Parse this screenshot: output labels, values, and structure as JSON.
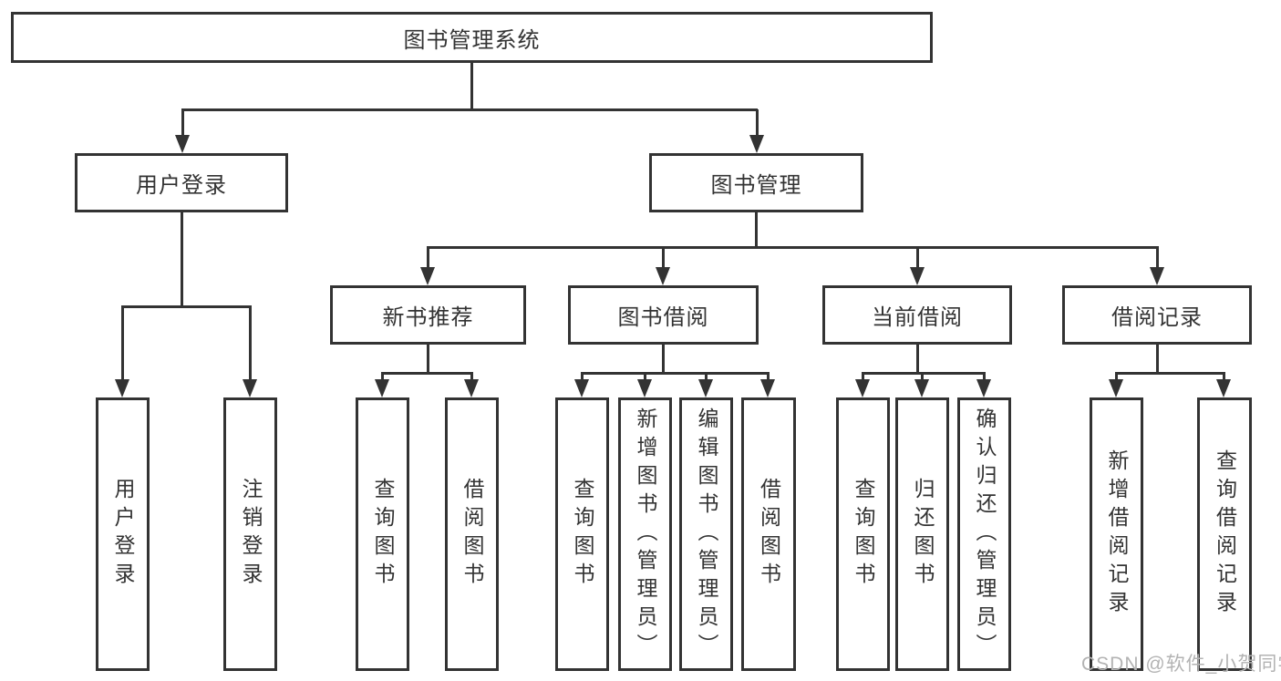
{
  "diagram": {
    "root": "图书管理系统",
    "branches": {
      "user_login": "用户登录",
      "book_management": "图书管理"
    },
    "modules": {
      "new_book_recommend": "新书推荐",
      "book_borrow": "图书借阅",
      "current_borrow": "当前借阅",
      "borrow_records": "借阅记录"
    },
    "leaves": {
      "user_login": [
        "用户登录",
        "注销登录"
      ],
      "new_book_recommend": [
        "查询图书",
        "借阅图书"
      ],
      "book_borrow": [
        "查询图书",
        "新增图书（管理员）",
        "编辑图书（管理员）",
        "借阅图书"
      ],
      "current_borrow": [
        "查询图书",
        "归还图书",
        "确认归还（管理员）"
      ],
      "borrow_records": [
        "新增借阅记录",
        "查询借阅记录"
      ]
    }
  },
  "watermark": "CSDN @软件_小贺同学",
  "colors": {
    "line": "#333333",
    "box_border": "#333333",
    "box_background": "#ffffff",
    "text": "#333333",
    "watermark": "#b3b3b3"
  }
}
